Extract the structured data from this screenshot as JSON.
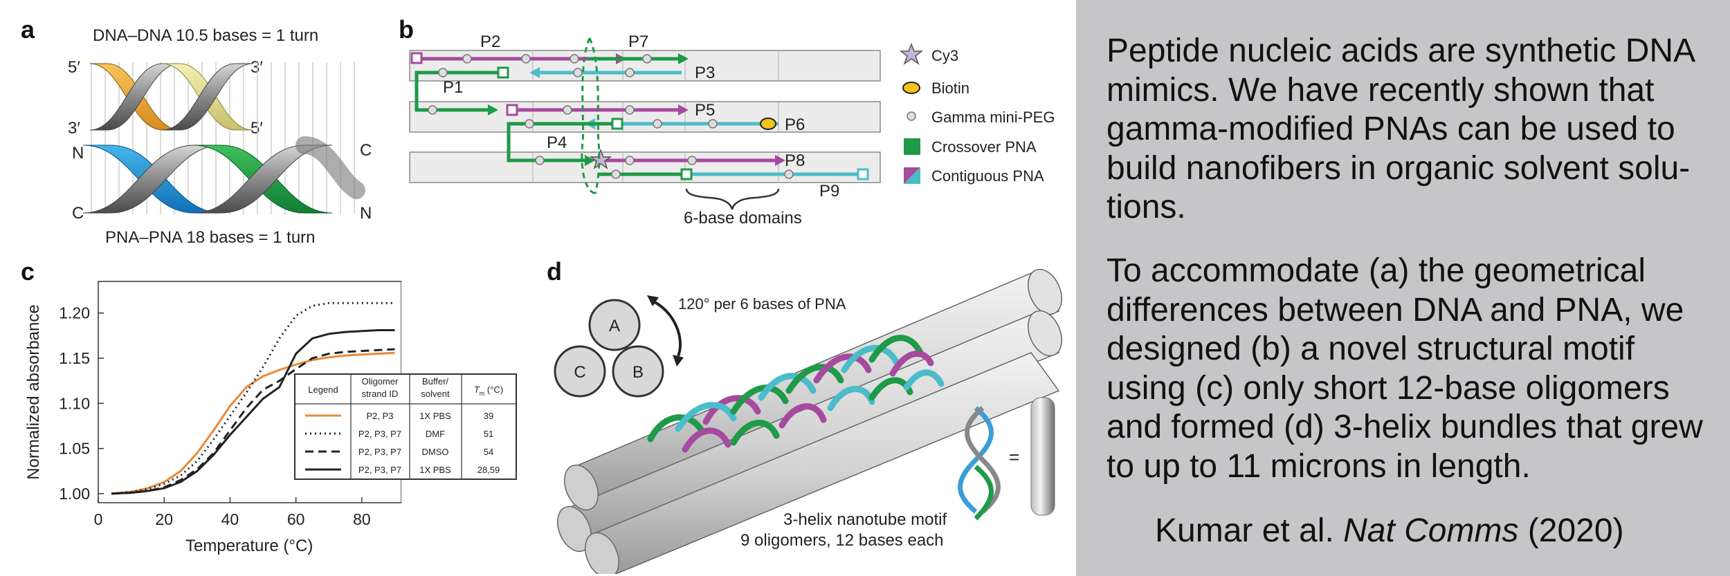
{
  "panel_a": {
    "label": "a",
    "top_caption": "DNA–DNA 10.5 bases = 1 turn",
    "bottom_caption": "PNA–PNA 18 bases = 1 turn",
    "end_5_left": "5′",
    "end_3_right": "3′",
    "end_3_left": "3′",
    "end_5_right": "5′",
    "end_N_left": "N",
    "end_C_right": "C",
    "end_C_left": "C",
    "end_N_right": "N"
  },
  "panel_b": {
    "label": "b",
    "strands": [
      "P2",
      "P7",
      "P1",
      "P3",
      "P5",
      "P6",
      "P4",
      "P8",
      "P9"
    ],
    "domains_caption": "6-base domains",
    "legend": [
      "Cy3",
      "Biotin",
      "Gamma mini-PEG",
      "Crossover PNA",
      "Contiguous PNA"
    ],
    "colors": {
      "magenta": "#a54a9e",
      "cyan": "#4bbcc9",
      "green": "#1e9a48",
      "biotin": "#f3c318"
    }
  },
  "panel_c": {
    "label": "c",
    "legend_table": {
      "headers": [
        "Legend",
        "Oligomer strand ID",
        "Buffer/ solvent",
        "Tm (°C)"
      ],
      "tm_sub": "m",
      "rows": [
        {
          "style": "orange solid",
          "strands": "P2, P3",
          "buffer": "1X PBS",
          "tm": "39"
        },
        {
          "style": "dotted",
          "strands": "P2, P3, P7",
          "buffer": "DMF",
          "tm": "51"
        },
        {
          "style": "dashed",
          "strands": "P2, P3, P7",
          "buffer": "DMSO",
          "tm": "54"
        },
        {
          "style": "solid",
          "strands": "P2, P3, P7",
          "buffer": "1X PBS",
          "tm": "28,59"
        }
      ]
    }
  },
  "chart_data": {
    "type": "line",
    "title": "",
    "xlabel": "Temperature (°C)",
    "ylabel": "Normalized absorbance",
    "xlim": [
      0,
      92
    ],
    "ylim": [
      0.99,
      1.235
    ],
    "xticks": [
      0,
      20,
      40,
      60,
      80
    ],
    "yticks": [
      1.0,
      1.05,
      1.1,
      1.15,
      1.2
    ],
    "ytick_labels": [
      "1.00",
      "1.05",
      "1.10",
      "1.15",
      "1.20"
    ],
    "grid": false,
    "series": [
      {
        "name": "P2, P3 — 1X PBS",
        "color": "#e8883a",
        "dash": "solid",
        "x": [
          4,
          10,
          15,
          20,
          25,
          30,
          35,
          40,
          45,
          50,
          55,
          60,
          65,
          70,
          75,
          80,
          85,
          90
        ],
        "y": [
          1.0,
          1.002,
          1.006,
          1.013,
          1.025,
          1.045,
          1.07,
          1.097,
          1.118,
          1.13,
          1.137,
          1.143,
          1.148,
          1.151,
          1.153,
          1.154,
          1.155,
          1.156
        ]
      },
      {
        "name": "P2, P3, P7 — DMF",
        "color": "#222222",
        "dash": "dotted",
        "x": [
          4,
          10,
          15,
          20,
          25,
          30,
          35,
          40,
          45,
          50,
          55,
          60,
          65,
          70,
          75,
          80,
          85,
          90
        ],
        "y": [
          1.0,
          1.002,
          1.005,
          1.011,
          1.02,
          1.036,
          1.06,
          1.086,
          1.112,
          1.14,
          1.172,
          1.197,
          1.208,
          1.211,
          1.211,
          1.211,
          1.211,
          1.211
        ]
      },
      {
        "name": "P2, P3, P7 — DMSO",
        "color": "#222222",
        "dash": "dashed",
        "x": [
          4,
          10,
          15,
          20,
          25,
          30,
          35,
          40,
          45,
          50,
          55,
          60,
          65,
          70,
          75,
          80,
          85,
          90
        ],
        "y": [
          1.0,
          1.001,
          1.003,
          1.007,
          1.015,
          1.027,
          1.045,
          1.07,
          1.095,
          1.115,
          1.125,
          1.138,
          1.15,
          1.155,
          1.157,
          1.158,
          1.159,
          1.16
        ]
      },
      {
        "name": "P2, P3, P7 — 1X PBS",
        "color": "#222222",
        "dash": "solid",
        "x": [
          4,
          10,
          15,
          20,
          25,
          30,
          35,
          40,
          45,
          50,
          55,
          60,
          65,
          70,
          75,
          80,
          85,
          90
        ],
        "y": [
          1.0,
          1.001,
          1.003,
          1.006,
          1.013,
          1.025,
          1.043,
          1.065,
          1.085,
          1.105,
          1.118,
          1.155,
          1.172,
          1.177,
          1.179,
          1.18,
          1.181,
          1.181
        ]
      }
    ]
  },
  "panel_d": {
    "label": "d",
    "helix_labels": [
      "A",
      "B",
      "C"
    ],
    "rotation_caption": "120° per 6 bases of PNA",
    "equals": "=",
    "caption_line1": "3-helix nanotube motif",
    "caption_line2": "9 oligomers, 12 bases each"
  },
  "text_panel": {
    "paragraph1": "Peptide nucleic acids are synthetic DNA\nmimics. We have recently shown that\ngamma-modified PNAs can be used to\nbuild nanofibers in organic solvent solu-\ntions.",
    "paragraph2": "To accommodate (a) the geometrical\ndifferences between DNA and PNA, we\ndesigned (b) a novel structural motif\nusing (c) only short 12-base oligomers\nand formed (d) 3-helix bundles that grew\nto up to 11 microns in length.",
    "citation_authors": "Kumar et al. ",
    "citation_journal": "Nat Comms",
    "citation_year": " (2020)"
  }
}
